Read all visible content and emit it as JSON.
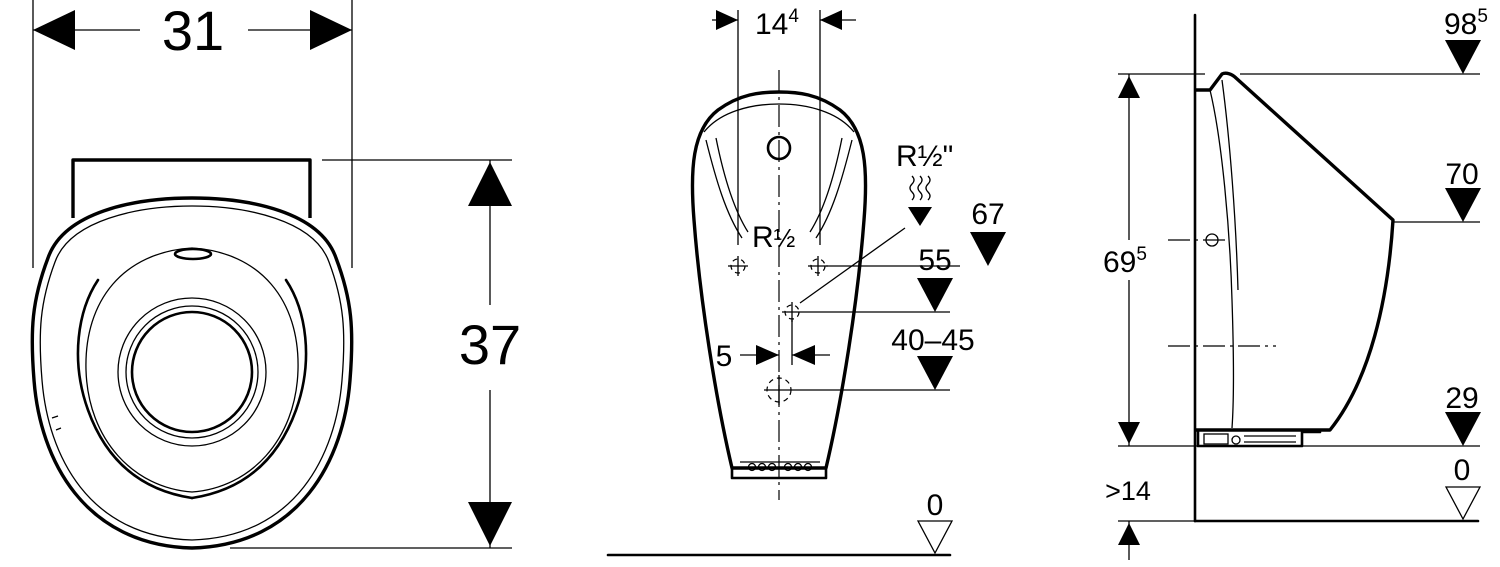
{
  "front_view": {
    "width_label": "31",
    "height_label": "37"
  },
  "rear_view": {
    "spacing_label": "14",
    "spacing_sup": "4",
    "thread_label": "R",
    "thread_size": "½",
    "thread_fraction": "½",
    "offset_label": "5",
    "inlet_label": "R½\"",
    "levels": {
      "level_67": "67",
      "level_55": "55",
      "level_40_45": "40–45",
      "floor": "0"
    }
  },
  "side_view": {
    "top_label": "98",
    "top_sup": "5",
    "mid_label": "70",
    "low_label": "29",
    "floor_label": "0",
    "height_label": "69",
    "height_sup": "5",
    "gap_label": ">14"
  },
  "icons": {
    "water_symbol": "water-wavy-lines-icon"
  }
}
